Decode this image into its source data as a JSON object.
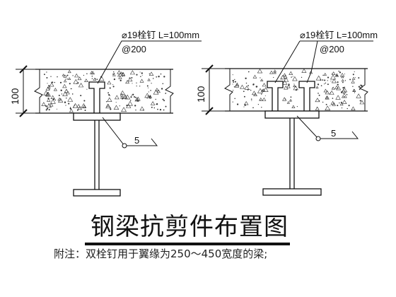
{
  "drawing": {
    "title": "钢梁抗剪件布置图",
    "note": "附注：双栓钉用于翼缘为250～450宽度的梁;"
  },
  "left_detail": {
    "stud_spec": "⌀19栓钉 L=100mm",
    "spacing": "@200",
    "slab_thickness": "100",
    "weld_size": "5",
    "stud_count": 1
  },
  "right_detail": {
    "stud_spec": "⌀19栓钉 L=100mm",
    "spacing": "@200",
    "slab_thickness": "100",
    "weld_size": "5",
    "stud_count": 2
  },
  "colors": {
    "line": "#111111",
    "hatch": "#333333",
    "background": "#ffffff"
  }
}
